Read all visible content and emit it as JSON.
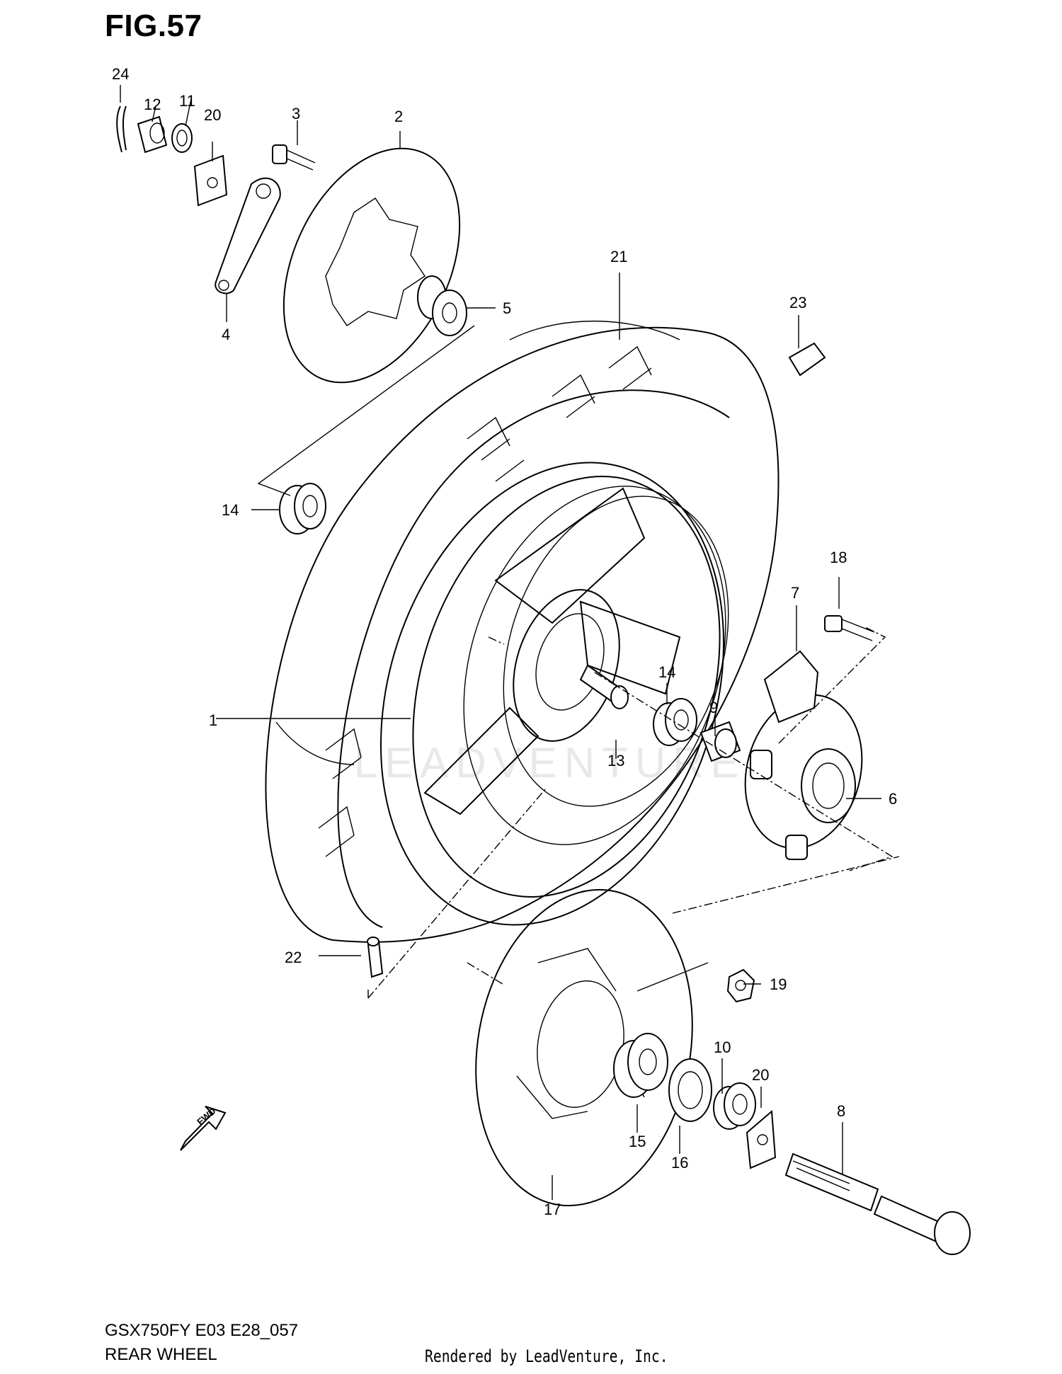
{
  "figure": {
    "title": "FIG.57",
    "model_code": "GSX750FY E03 E28_057",
    "caption": "REAR WHEEL",
    "credit": "Rendered by LeadVenture, Inc.",
    "watermark": "LEADVENTURE"
  },
  "fwd_label": "FWD",
  "parts": [
    {
      "id": "p1",
      "number": "1"
    },
    {
      "id": "p2",
      "number": "2"
    },
    {
      "id": "p3",
      "number": "3"
    },
    {
      "id": "p4",
      "number": "4"
    },
    {
      "id": "p5",
      "number": "5"
    },
    {
      "id": "p6",
      "number": "6"
    },
    {
      "id": "p7",
      "number": "7"
    },
    {
      "id": "p8",
      "number": "8"
    },
    {
      "id": "p9",
      "number": "9"
    },
    {
      "id": "p10",
      "number": "10"
    },
    {
      "id": "p11",
      "number": "11"
    },
    {
      "id": "p12",
      "number": "12"
    },
    {
      "id": "p13",
      "number": "13"
    },
    {
      "id": "p14a",
      "number": "14"
    },
    {
      "id": "p14b",
      "number": "14"
    },
    {
      "id": "p15",
      "number": "15"
    },
    {
      "id": "p16",
      "number": "16"
    },
    {
      "id": "p17",
      "number": "17"
    },
    {
      "id": "p18",
      "number": "18"
    },
    {
      "id": "p19",
      "number": "19"
    },
    {
      "id": "p20a",
      "number": "20"
    },
    {
      "id": "p20b",
      "number": "20"
    },
    {
      "id": "p21",
      "number": "21"
    },
    {
      "id": "p22",
      "number": "22"
    },
    {
      "id": "p23",
      "number": "23"
    },
    {
      "id": "p24",
      "number": "24"
    }
  ]
}
